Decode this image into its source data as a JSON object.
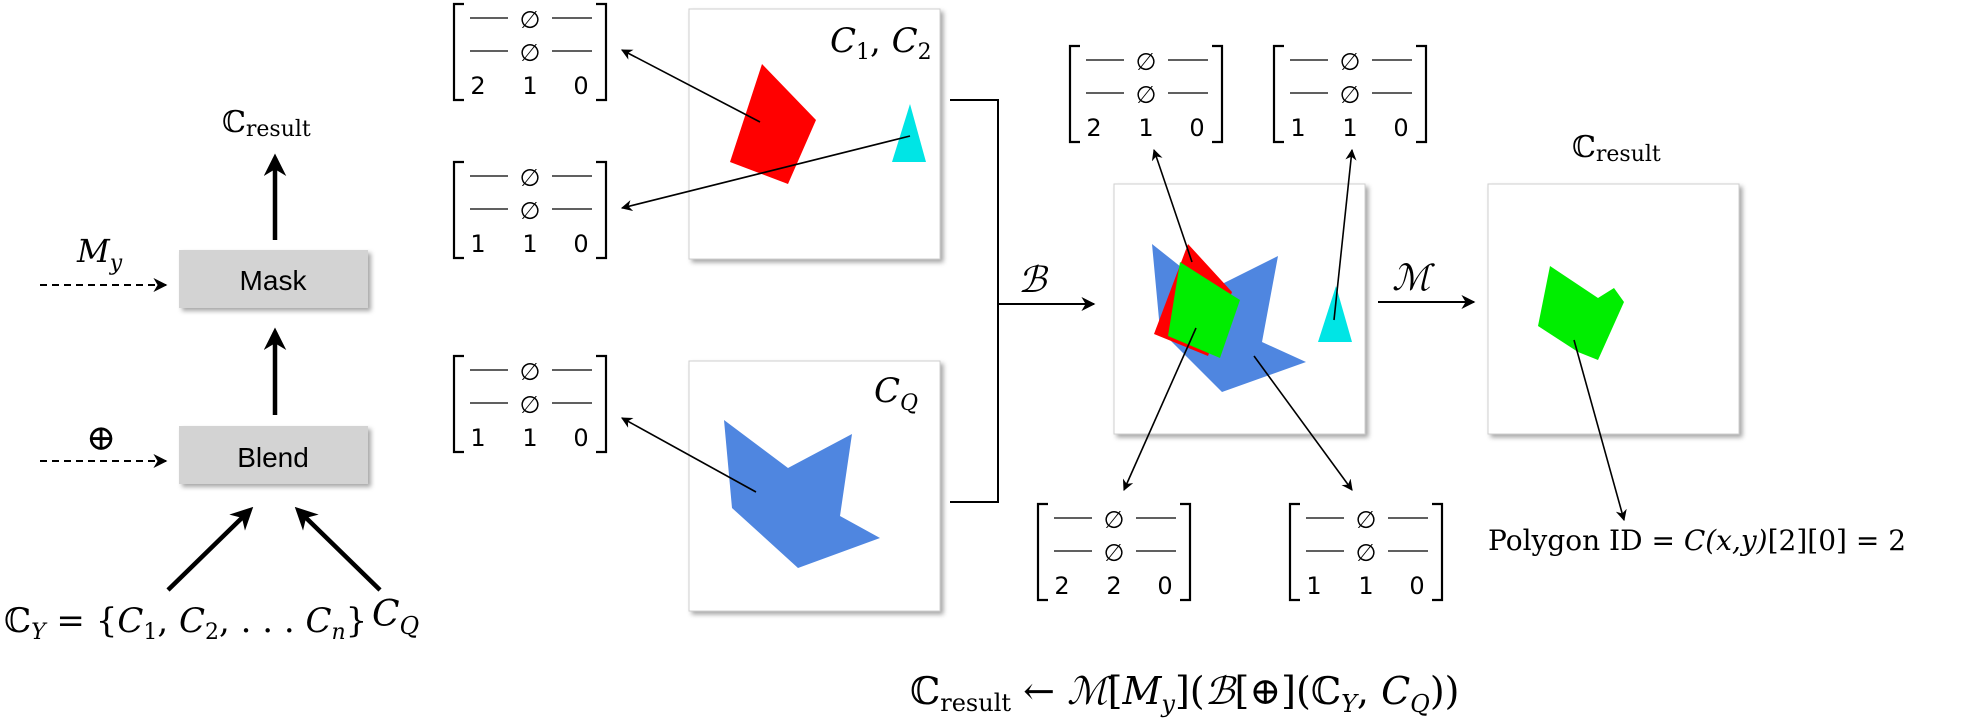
{
  "pipeline": {
    "result_label_base": "ℂ",
    "result_label_sub": "result",
    "mask_label": "Mask",
    "blend_label": "Blend",
    "mask_input_base": "M",
    "mask_input_sub": "y",
    "blend_input": "⊕",
    "set_label": "ℂY = {C1, C2, . . . Cn}",
    "set_y_base": "ℂ",
    "set_y_sub": "Y",
    "set_rest": " = {C",
    "query_base": "C",
    "query_sub": "Q"
  },
  "canvases": {
    "c1c2_label": "C1, C2",
    "cq_label": "CQ",
    "blend_op": "ℬ",
    "mask_op": "ℳ",
    "result_label_base": "ℂ",
    "result_label_sub": "result"
  },
  "matrices": {
    "empty": "∅",
    "m_red": [
      "2",
      "1",
      "0"
    ],
    "m_cyan": [
      "1",
      "1",
      "0"
    ],
    "m_blue": [
      "1",
      "1",
      "0"
    ],
    "m_blend_top_left": [
      "2",
      "1",
      "0"
    ],
    "m_blend_top_right": [
      "1",
      "1",
      "0"
    ],
    "m_blend_bottom_left": [
      "2",
      "2",
      "0"
    ],
    "m_blend_bottom_right": [
      "1",
      "1",
      "0"
    ]
  },
  "annotations": {
    "polygon_id_prefix": "Polygon ID = ",
    "polygon_id_expr": "C(x,y)",
    "polygon_id_suffix": "[2][0] = 2"
  },
  "formula": {
    "lhs_base": "ℂ",
    "lhs_sub": "result",
    "arrow": " ← ",
    "body1": "ℳ[M",
    "body_sub_y": "y",
    "body2": "](ℬ[⊕](ℂ",
    "body_sub_Y": "Y",
    "body3": ", C",
    "body_sub_Q": "Q",
    "body4": "))"
  },
  "colors": {
    "red": "#ff0000",
    "cyan": "#00e5e5",
    "blue": "#4f86e0",
    "green": "#00ee00",
    "box_gray": "#d3d3d3"
  }
}
